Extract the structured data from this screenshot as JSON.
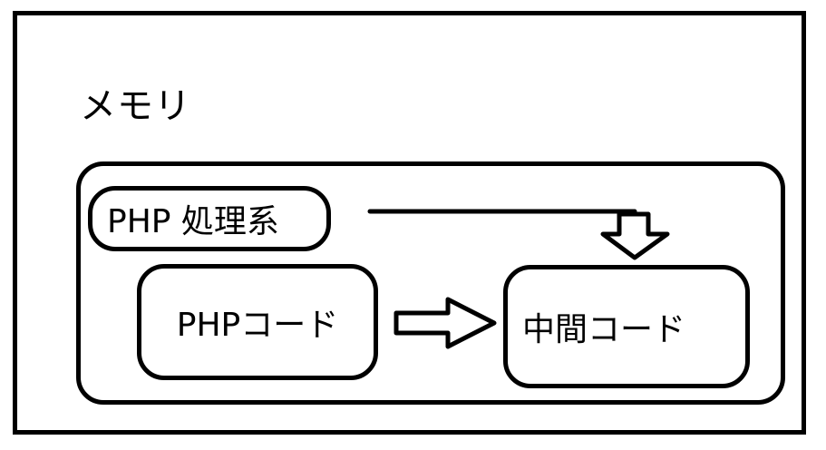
{
  "diagram": {
    "memory_label": "メモリ",
    "nodes": {
      "php_processor": "PHP 処理系",
      "php_code": "PHPコード",
      "intermediate_code": "中間コード"
    },
    "edges": [
      {
        "from": "php_processor",
        "to": "intermediate_code"
      },
      {
        "from": "php_code",
        "to": "intermediate_code"
      }
    ]
  }
}
